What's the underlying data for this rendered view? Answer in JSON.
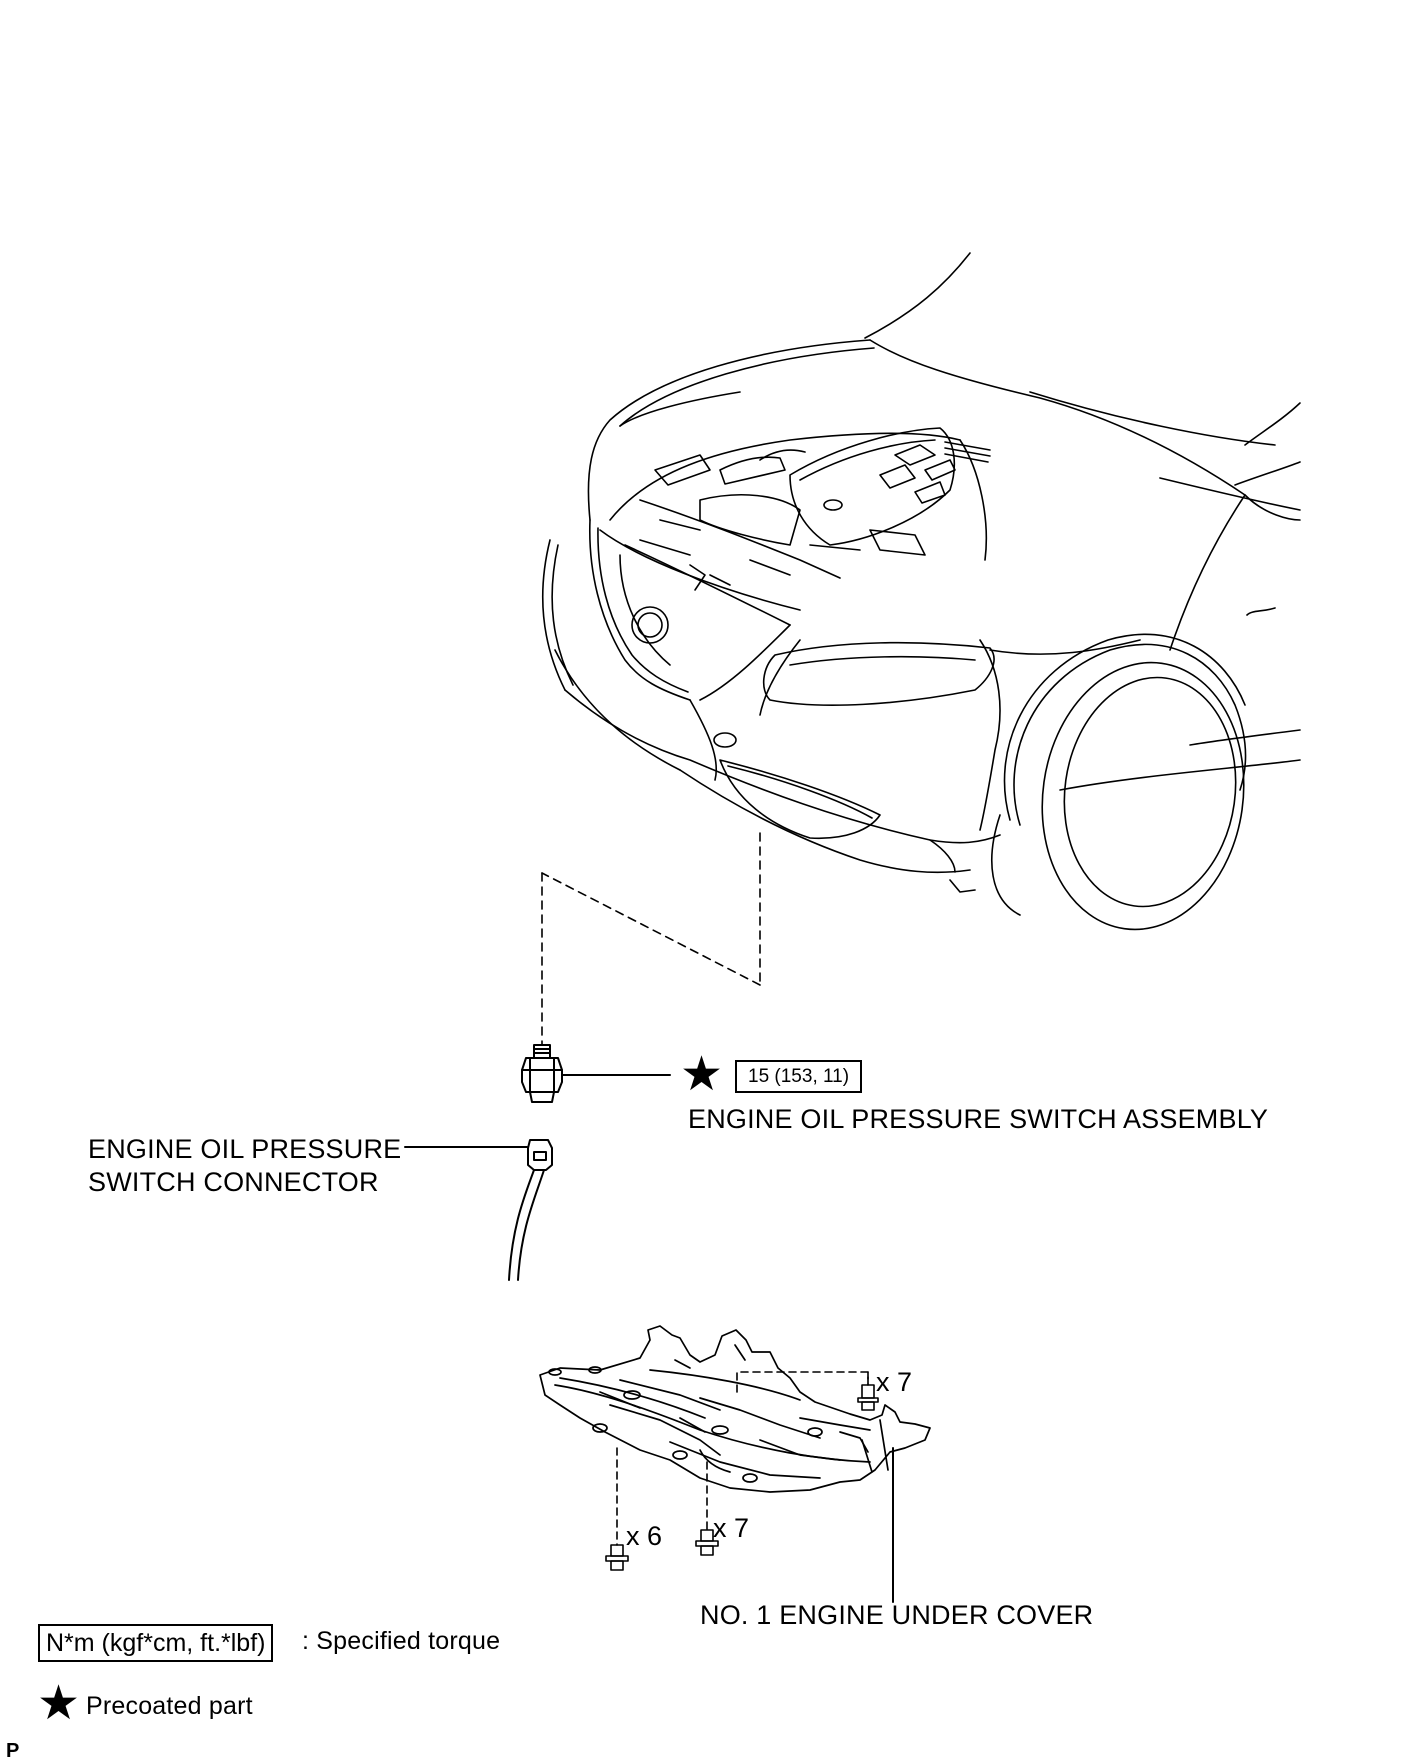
{
  "callouts": {
    "switch_assembly": "ENGINE OIL PRESSURE SWITCH ASSEMBLY",
    "connector_line1": "ENGINE OIL PRESSURE",
    "connector_line2": "SWITCH CONNECTOR",
    "under_cover": "NO. 1 ENGINE UNDER COVER"
  },
  "torque": {
    "switch_value": "15 (153, 11)"
  },
  "fastener_counts": {
    "right": "x 7",
    "left": "x 6",
    "middle": "x 7"
  },
  "legend": {
    "torque_unit": "N*m (kgf*cm, ft.*lbf)",
    "torque_text": ": Specified torque",
    "precoat_text": "Precoated part"
  },
  "corner_mark": "P",
  "icons": {
    "precoat": "star-icon"
  }
}
